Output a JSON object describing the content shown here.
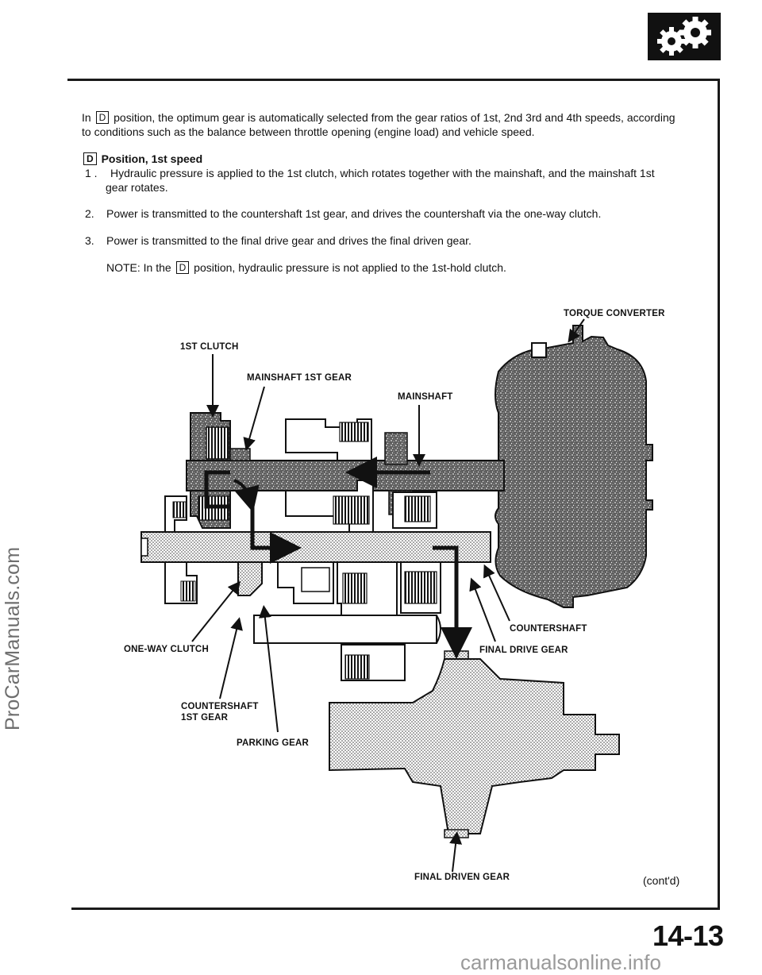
{
  "intro": {
    "line1_pre": "In",
    "d_symbol": "D",
    "line1_post": "position, the optimum gear is automatically selected from the gear ratios of 1st, 2nd 3rd and 4th speeds, according",
    "line2": "to conditions such as the balance between throttle opening (engine load) and vehicle speed."
  },
  "section": {
    "d_symbol": "D",
    "heading": "Position, 1st speed",
    "steps": [
      {
        "num": "1 .",
        "text": "Hydraulic pressure is applied to the 1st clutch, which rotates together with the mainshaft, and the mainshaft 1st",
        "text2": "gear rotates."
      },
      {
        "num": "2.",
        "text": "Power is transmitted to the countershaft 1st gear, and drives the countershaft via the one-way clutch."
      },
      {
        "num": "3.",
        "text": "Power is transmitted to the final drive gear and drives the final driven gear."
      }
    ],
    "note_pre": "NOTE: In the",
    "note_d": "D",
    "note_post": "position, hydraulic pressure is not applied to the 1st-hold clutch."
  },
  "diagram": {
    "labels": {
      "torque_converter": "TORQUE CONVERTER",
      "first_clutch": "1ST CLUTCH",
      "mainshaft_1st_gear": "MAINSHAFT 1ST GEAR",
      "mainshaft": "MAINSHAFT",
      "countershaft": "COUNTERSHAFT",
      "final_drive_gear": "FINAL DRIVE GEAR",
      "one_way_clutch": "ONE-WAY CLUTCH",
      "countershaft_1st_gear_l1": "COUNTERSHAFT",
      "countershaft_1st_gear_l2": "1ST GEAR",
      "parking_gear": "PARKING GEAR",
      "final_driven_gear": "FINAL DRIVEN GEAR"
    }
  },
  "footer": {
    "contd": "(cont'd)",
    "page_number": "14-13",
    "watermark_side": "ProCarManuals.com",
    "watermark_bottom": "carmanualsonline.info"
  },
  "icons": {
    "logo": "gears-icon"
  }
}
